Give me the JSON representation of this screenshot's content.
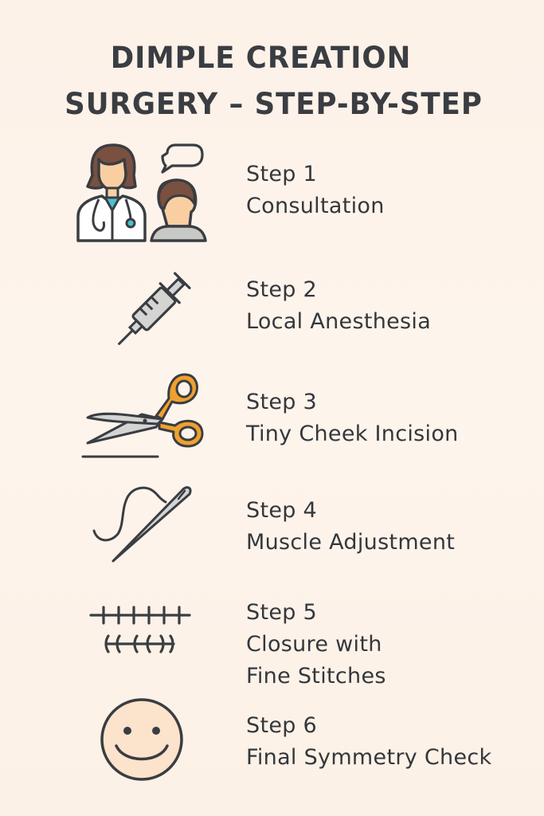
{
  "title": {
    "line1": "DIMPLE CREATION",
    "line2": "SURGERY – STEP-BY-STEP"
  },
  "colors": {
    "background": "#fdf3ea",
    "text": "#34373c",
    "outline": "#3a3d42",
    "accent_orange": "#f0a030",
    "skin": "#f9cfa2",
    "hair": "#7a5040",
    "metal": "#d4d4d2"
  },
  "steps": [
    {
      "label": "Step 1",
      "title_lines": [
        "Consultation"
      ],
      "icon": "doctor-patient-consultation-icon"
    },
    {
      "label": "Step 2",
      "title_lines": [
        "Local Anesthesia"
      ],
      "icon": "syringe-icon"
    },
    {
      "label": "Step 3",
      "title_lines": [
        "Tiny Cheek Incision"
      ],
      "icon": "scissors-icon"
    },
    {
      "label": "Step 4",
      "title_lines": [
        "Muscle Adjustment"
      ],
      "icon": "needle-thread-icon"
    },
    {
      "label": "Step 5",
      "title_lines": [
        "Closure with",
        "Fine Stitches"
      ],
      "icon": "stitches-icon"
    },
    {
      "label": "Step 6",
      "title_lines": [
        "Final Symmetry Check"
      ],
      "icon": "smiley-face-icon"
    }
  ]
}
